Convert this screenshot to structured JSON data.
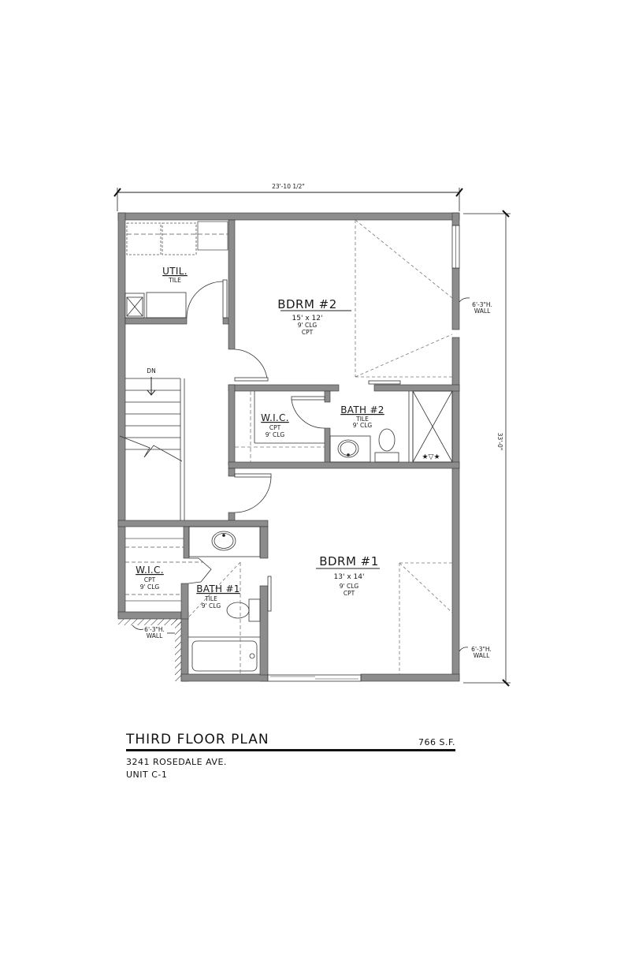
{
  "plan": {
    "title": "THIRD FLOOR PLAN",
    "area": "766 S.F.",
    "address": "3241 ROSEDALE AVE.",
    "unit": "UNIT C-1"
  },
  "dimensions": {
    "width": "23'-10 1/2\"",
    "depth": "33'-0\""
  },
  "rooms": {
    "util": {
      "name": "UTIL.",
      "floor": "TILE"
    },
    "bdrm2": {
      "name": "BDRM #2",
      "size": "15' x 12'",
      "ceiling": "9' CLG",
      "floor": "CPT"
    },
    "wic2": {
      "name": "W.I.C.",
      "floor": "CPT",
      "ceiling": "9' CLG"
    },
    "bath2": {
      "name": "BATH #2",
      "floor": "TILE",
      "ceiling": "9' CLG"
    },
    "bdrm1": {
      "name": "BDRM #1",
      "size": "13' x 14'",
      "ceiling": "9' CLG",
      "floor": "CPT"
    },
    "wic1": {
      "name": "W.I.C.",
      "floor": "CPT",
      "ceiling": "9' CLG"
    },
    "bath1": {
      "name": "BATH #1",
      "floor": "TILE",
      "ceiling": "9' CLG"
    },
    "stair": {
      "label": "DN"
    }
  },
  "notes": {
    "wall_height_1": "6'-3\"H.",
    "wall_word": "WALL"
  },
  "colors": {
    "wall": "#8c8c8c",
    "line": "#1a1a1a",
    "background": "#ffffff"
  }
}
